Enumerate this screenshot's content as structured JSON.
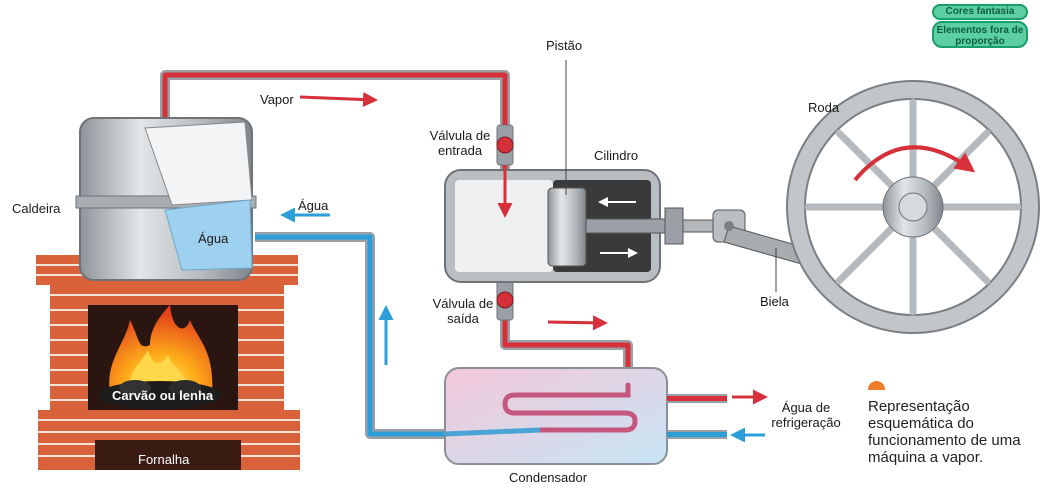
{
  "badges": {
    "fantasy_colors": "Cores fantasia",
    "out_of_proportion": "Elementos fora de proporção"
  },
  "labels": {
    "vapor": "Vapor",
    "piston": "Pistão",
    "inlet_valve": "Válvula de entrada",
    "cylinder": "Cilindro",
    "wheel": "Roda",
    "boiler": "Caldeira",
    "water_top": "Água",
    "water_boiler": "Água",
    "outlet_valve": "Válvula de saída",
    "connecting_rod": "Biela",
    "coal_wood": "Carvão ou lenha",
    "furnace": "Fornalha",
    "condenser": "Condensador",
    "cooling_water": "Água de refrigeração"
  },
  "caption": "Representação esquemática do funcionamento de uma máquina a vapor.",
  "colors": {
    "steam_pipe": "#d6303a",
    "water_pipe": "#2d9fd8",
    "brick": "#d9623a",
    "metal": "#b9bec3",
    "badge_bg": "#5ccfa3",
    "caption_marker": "#f07b2a"
  }
}
